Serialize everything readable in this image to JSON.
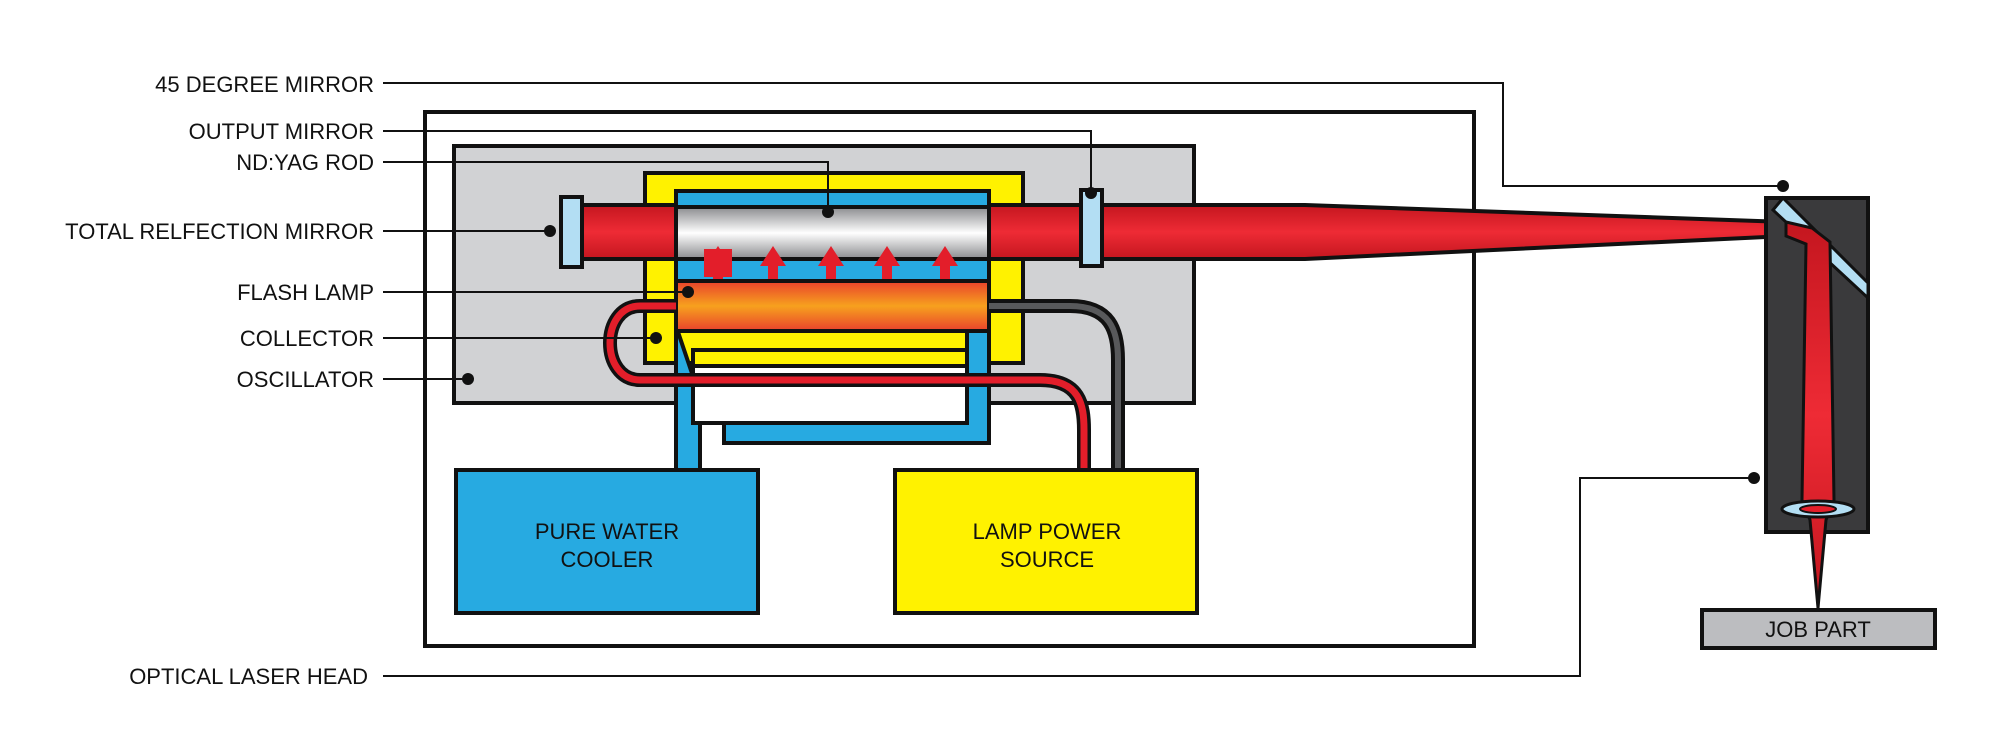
{
  "labels": {
    "mirror_45": "45 DEGREE MIRROR",
    "output_mirror": "OUTPUT MIRROR",
    "rod": "ND:YAG ROD",
    "total_reflection_mirror": "TOTAL RELFECTION MIRROR",
    "flash_lamp": "FLASH LAMP",
    "collector": "COLLECTOR",
    "oscillator": "OSCILLATOR",
    "optical_laser_head": "OPTICAL LASER HEAD"
  },
  "boxes": {
    "cooler_line1": "PURE WATER",
    "cooler_line2": "COOLER",
    "power_line1": "LAMP POWER",
    "power_line2": "SOURCE",
    "job_part": "JOB PART"
  },
  "colors": {
    "beam_red": "#e31e2a",
    "coolant_blue": "#27aae1",
    "collector_yellow": "#fff200",
    "oscillator_gray": "#d1d2d4",
    "head_dark": "#3a3a3c",
    "mirror_light_blue": "#b3def3",
    "job_part_gray": "#bcbdc0"
  }
}
